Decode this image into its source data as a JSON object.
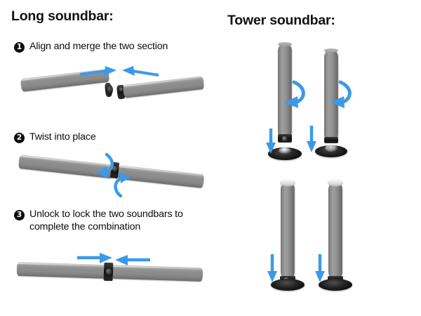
{
  "columns": {
    "left_title": "Long soundbar:",
    "right_title": "Tower soundbar:"
  },
  "steps": [
    {
      "number": "1",
      "text": "Align and merge the two section"
    },
    {
      "number": "2",
      "text": "Twist into place"
    },
    {
      "number": "3",
      "text": "Unlock to lock the two soundbars to complete the combination"
    }
  ],
  "colors": {
    "background": "#ffffff",
    "text": "#0d0d0d",
    "badge_fill": "#0d0d0d",
    "badge_text": "#ffffff",
    "arrow_blue": "#3b9ae8",
    "soundbar_gray": "#8d8d8d",
    "soundbar_highlight": "#d5d5d5",
    "joint_black": "#141414",
    "stand_black": "#1a1a1a",
    "tower_cap_white": "#ffffff"
  },
  "illustrations": {
    "step1": {
      "name": "two-separate-soundbar-halves",
      "arrows": [
        {
          "name": "arrow-right",
          "direction": "right"
        },
        {
          "name": "arrow-left",
          "direction": "left"
        }
      ]
    },
    "step2": {
      "name": "soundbars-joined-twisting",
      "arrows": [
        {
          "name": "rotate-arrow-down",
          "direction": "curved-down"
        },
        {
          "name": "rotate-arrow-up",
          "direction": "curved-up"
        }
      ]
    },
    "step3": {
      "name": "soundbar-combined-locked",
      "arrows": [
        {
          "name": "arrow-right",
          "direction": "right"
        },
        {
          "name": "arrow-left",
          "direction": "left"
        }
      ]
    },
    "tower_top": {
      "name": "towers-twist-onto-stands",
      "units": 2,
      "arrows": [
        {
          "name": "rotate-arrow",
          "direction": "curved-left"
        },
        {
          "name": "arrow-down",
          "direction": "down"
        },
        {
          "name": "rotate-arrow",
          "direction": "curved-left"
        },
        {
          "name": "arrow-down",
          "direction": "down"
        }
      ]
    },
    "tower_bottom": {
      "name": "towers-seated-on-stands",
      "units": 2,
      "arrows": [
        {
          "name": "arrow-down",
          "direction": "down"
        },
        {
          "name": "arrow-down",
          "direction": "down"
        }
      ]
    }
  }
}
